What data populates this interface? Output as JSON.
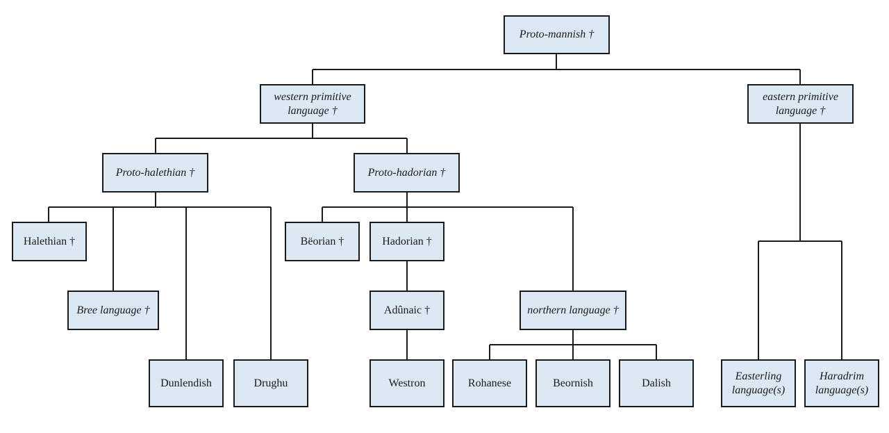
{
  "colors": {
    "node_fill": "#dde8f5",
    "node_border": "#1a1a1a",
    "line": "#1a1a1a",
    "background": "#ffffff"
  },
  "nodes": {
    "proto_mannish": "Proto-mannish †",
    "western_primitive": "western primitive language †",
    "eastern_primitive": "eastern primitive language †",
    "proto_halethian": "Proto-halethian †",
    "proto_hadorian": "Proto-hadorian †",
    "halethian": "Halethian †",
    "bree_language": "Bree language †",
    "dunlendish": "Dunlendish",
    "drughu": "Drughu",
    "beorian": "Bëorian †",
    "hadorian": "Hadorian †",
    "adunaic": "Adûnaic †",
    "westron": "Westron",
    "northern_language": "northern language †",
    "rohanese": "Rohanese",
    "beornish": "Beornish",
    "dalish": "Dalish",
    "easterling": "Easterling language(s)",
    "haradrim": "Haradrim language(s)"
  },
  "edges": [
    [
      "proto_mannish",
      "western_primitive"
    ],
    [
      "proto_mannish",
      "eastern_primitive"
    ],
    [
      "western_primitive",
      "proto_halethian"
    ],
    [
      "western_primitive",
      "proto_hadorian"
    ],
    [
      "proto_halethian",
      "halethian"
    ],
    [
      "proto_halethian",
      "bree_language"
    ],
    [
      "proto_halethian",
      "dunlendish"
    ],
    [
      "proto_halethian",
      "drughu"
    ],
    [
      "proto_hadorian",
      "beorian"
    ],
    [
      "proto_hadorian",
      "hadorian"
    ],
    [
      "proto_hadorian",
      "northern_language"
    ],
    [
      "hadorian",
      "adunaic"
    ],
    [
      "adunaic",
      "westron"
    ],
    [
      "northern_language",
      "rohanese"
    ],
    [
      "northern_language",
      "beornish"
    ],
    [
      "northern_language",
      "dalish"
    ],
    [
      "eastern_primitive",
      "easterling"
    ],
    [
      "eastern_primitive",
      "haradrim"
    ]
  ]
}
